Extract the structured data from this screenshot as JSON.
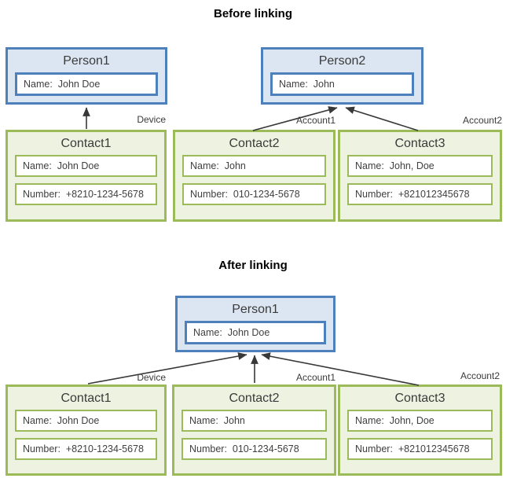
{
  "colors": {
    "person_border": "#4e80bc",
    "person_fill": "#dce6f2",
    "contact_border": "#9bbb59",
    "contact_fill": "#eef2e1",
    "arrow": "#383838"
  },
  "before": {
    "title": "Before linking",
    "person1": {
      "title": "Person1",
      "name": "Name:  John Doe"
    },
    "person2": {
      "title": "Person2",
      "name": "Name:  John"
    },
    "labels": {
      "device": "Device",
      "account1": "Account1",
      "account2": "Account2"
    },
    "contact1": {
      "title": "Contact1",
      "name": "Name:  John Doe",
      "number": "Number:  +8210-1234-5678"
    },
    "contact2": {
      "title": "Contact2",
      "name": "Name:  John",
      "number": "Number:  010-1234-5678"
    },
    "contact3": {
      "title": "Contact3",
      "name": "Name:  John, Doe",
      "number": "Number:  +821012345678"
    },
    "links": [
      {
        "from": "Contact1",
        "to": "Person1",
        "label": "Device"
      },
      {
        "from": "Contact2",
        "to": "Person2",
        "label": "Account1"
      },
      {
        "from": "Contact3",
        "to": "Person2",
        "label": "Account2"
      }
    ]
  },
  "after": {
    "title": "After linking",
    "person1": {
      "title": "Person1",
      "name": "Name:  John Doe"
    },
    "labels": {
      "device": "Device",
      "account1": "Account1",
      "account2": "Account2"
    },
    "contact1": {
      "title": "Contact1",
      "name": "Name:  John Doe",
      "number": "Number:  +8210-1234-5678"
    },
    "contact2": {
      "title": "Contact2",
      "name": "Name:  John",
      "number": "Number:  010-1234-5678"
    },
    "contact3": {
      "title": "Contact3",
      "name": "Name:  John, Doe",
      "number": "Number:  +821012345678"
    },
    "links": [
      {
        "from": "Contact1",
        "to": "Person1",
        "label": "Device"
      },
      {
        "from": "Contact2",
        "to": "Person1",
        "label": "Account1"
      },
      {
        "from": "Contact3",
        "to": "Person1",
        "label": "Account2"
      }
    ]
  }
}
